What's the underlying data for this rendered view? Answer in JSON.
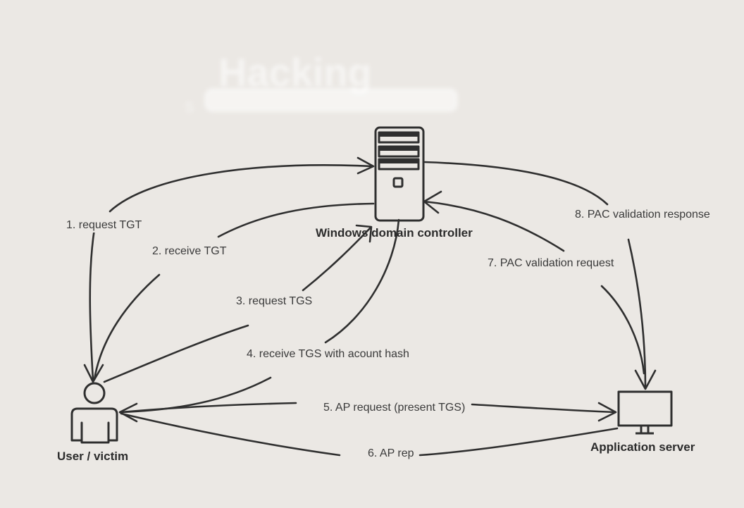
{
  "watermark": {
    "title": "Hacking",
    "subtitle": "S"
  },
  "nodes": {
    "domain_controller": {
      "label": "Windows domain controller",
      "icon": "server-tower-icon"
    },
    "user": {
      "label": "User / victim",
      "icon": "person-icon"
    },
    "app_server": {
      "label": "Application server",
      "icon": "monitor-icon"
    }
  },
  "steps": [
    {
      "label": "1. request TGT"
    },
    {
      "label": "2. receive TGT"
    },
    {
      "label": "3. request TGS"
    },
    {
      "label": "4. receive TGS with acount hash"
    },
    {
      "label": "5. AP request (present TGS)"
    },
    {
      "label": "6. AP rep"
    },
    {
      "label": "7. PAC validation request"
    },
    {
      "label": "8. PAC validation response"
    }
  ],
  "colors": {
    "background": "#ebe8e4",
    "stroke": "#2f2f2f",
    "text": "#3a3a3a"
  }
}
